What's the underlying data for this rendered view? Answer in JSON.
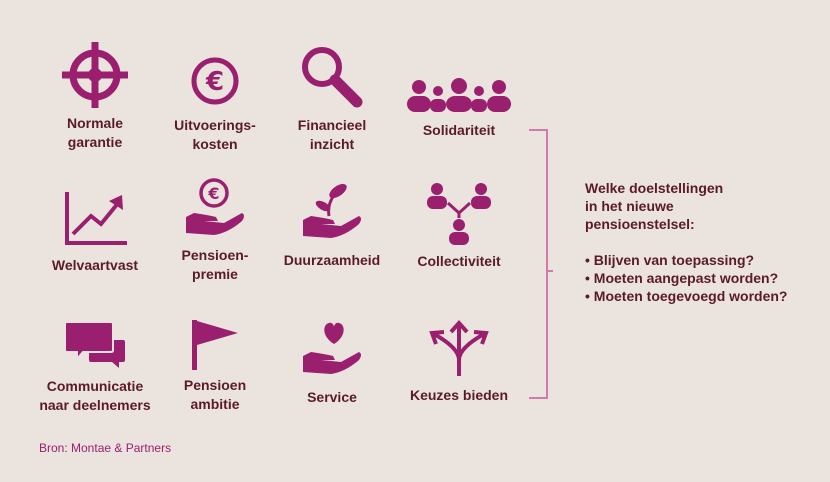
{
  "colors": {
    "icon": "#9b1f6f",
    "text": "#5b1a2a",
    "background": "#ebe3de",
    "bracket": "#d47aaa"
  },
  "items": [
    {
      "label": "Normale\ngarantie",
      "icon": "target-icon"
    },
    {
      "label": "Uitvoerings-\nkosten",
      "icon": "euro-coin-icon"
    },
    {
      "label": "Financieel\ninzicht",
      "icon": "magnifier-icon"
    },
    {
      "label": "Solidariteit",
      "icon": "people-group-icon"
    },
    {
      "label": "Welvaartvast",
      "icon": "growth-chart-icon"
    },
    {
      "label": "Pensioen-\npremie",
      "icon": "hand-euro-icon"
    },
    {
      "label": "Duurzaamheid",
      "icon": "hand-plant-icon"
    },
    {
      "label": "Collectiviteit",
      "icon": "network-people-icon"
    },
    {
      "label": "Communicatie\nnaar deelnemers",
      "icon": "speech-bubbles-icon"
    },
    {
      "label": "Pensioen\nambitie",
      "icon": "flag-icon"
    },
    {
      "label": "Service",
      "icon": "hand-heart-icon"
    },
    {
      "label": "Keuzes bieden",
      "icon": "branch-arrows-icon"
    }
  ],
  "question": "Welke doelstellingen\nin het nieuwe\npensioenstelsel:",
  "options": [
    "Blijven van toepassing?",
    "Moeten aangepast worden?",
    "Moeten toegevoegd worden?"
  ],
  "source": "Bron: Montae & Partners"
}
